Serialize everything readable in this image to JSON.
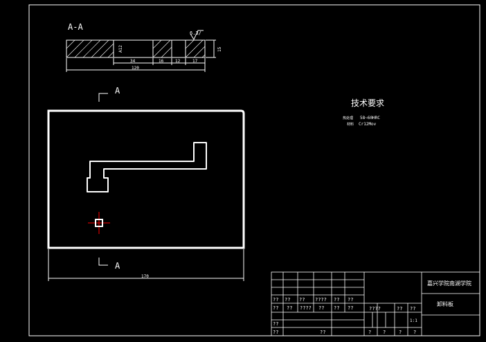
{
  "section": {
    "label": "A-A",
    "surface_finish": "6.3/",
    "dim_total": "120",
    "dim_a": "34",
    "dim_b": "16",
    "dim_c": "12",
    "dim_d": "17",
    "dim_height": "15",
    "dim_small": "A12"
  },
  "plan": {
    "cut_label_top": "A",
    "cut_label_bottom": "A",
    "dim_width": "170"
  },
  "tech": {
    "title": "技术要求",
    "line1_label": "热处理",
    "line1_value": "58~60HRC",
    "line2_label": "材料",
    "line2_value": "Cr12Mov"
  },
  "title_block": {
    "school": "嘉兴学院南湖学院",
    "part_name": "卸料板",
    "scale": "1:1",
    "unk1": "??",
    "unk2": "????",
    "unk3": "?",
    "unk4": "??"
  },
  "colors": {
    "line": "#ffffff",
    "center_mark": "#ff0000",
    "background": "#000000"
  }
}
